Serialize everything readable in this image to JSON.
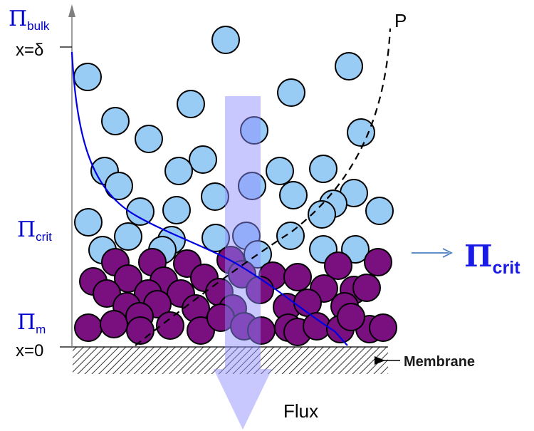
{
  "labels": {
    "pi_bulk": {
      "symbol": "Π",
      "sub": "bulk"
    },
    "x_delta": "x=δ",
    "pi_crit_left": {
      "symbol": "Π",
      "sub": "crit"
    },
    "pi_m": {
      "symbol": "Π",
      "sub": "m"
    },
    "x_zero": "x=0",
    "p_label": "P",
    "membrane": "Membrane",
    "flux": "Flux",
    "pi_crit_right": {
      "symbol": "Π",
      "sub": "crit"
    }
  },
  "colors": {
    "light_particle": "#99ccf5",
    "dark_particle": "#7a0f80",
    "particle_stroke": "#000000",
    "pi_curve": "#0000e0",
    "pressure_curve": "#000000",
    "flux_arrow": "#8c8cff",
    "label_blue": "#0000cc",
    "right_arrow": "#4a7fc0"
  }
}
